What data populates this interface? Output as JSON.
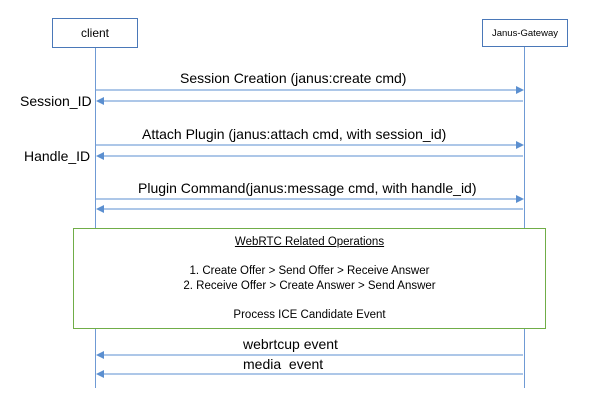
{
  "actors": {
    "client": "client",
    "gateway": "Janus-Gateway"
  },
  "messages": {
    "session_creation": "Session Creation (janus:create cmd)",
    "attach_plugin": "Attach Plugin (janus:attach cmd, with session_id)",
    "plugin_command": "Plugin Command(janus:message cmd, with handle_id)",
    "webrtcup_event": "webrtcup event",
    "media_event": "media  event"
  },
  "side_labels": {
    "session_id": "Session_ID",
    "handle_id": "Handle_ID"
  },
  "webrtc_box": {
    "title": "WebRTC Related Operations",
    "step1": "1. Create Offer > Send Offer > Receive Answer",
    "step2": "2. Receive Offer > Create Answer > Send Answer",
    "ice": "Process ICE Candidate Event"
  },
  "colors": {
    "actor_border": "#4a78b8",
    "lifeline": "#6f9ad4",
    "arrow": "#5b8fd0",
    "ops_border": "#70ad47"
  }
}
